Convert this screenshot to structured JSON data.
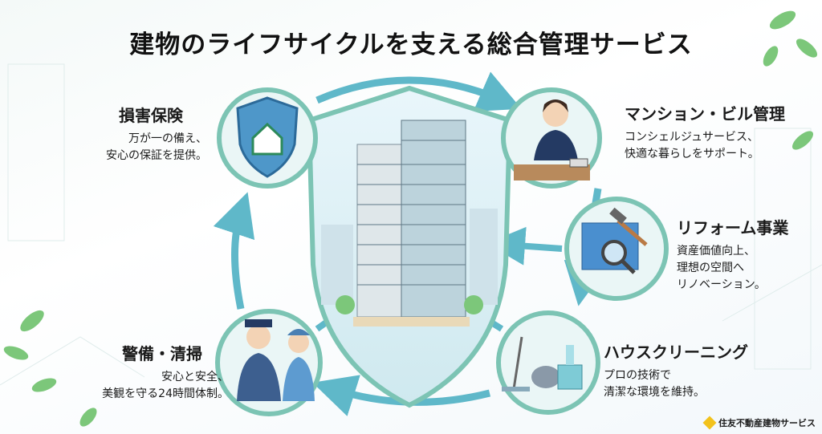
{
  "title": "建物のライフサイクルを支える総合管理サービス",
  "services": [
    {
      "name": "損害保険",
      "lines": [
        "万が一の備え、",
        "安心の保証を提供。"
      ],
      "icon": "shield-house-icon"
    },
    {
      "name": "マンション・ビル管理",
      "lines": [
        "コンシェルジュサービス、",
        "快適な暮らしをサポート。"
      ],
      "icon": "concierge-icon"
    },
    {
      "name": "リフォーム事業",
      "lines": [
        "資産価値向上、",
        "理想の空間へ",
        "リノベーション。"
      ],
      "icon": "blueprint-hammer-icon"
    },
    {
      "name": "ハウスクリーニング",
      "lines": [
        "プロの技術で",
        "清潔な環境を維持。"
      ],
      "icon": "cleaning-tools-icon"
    },
    {
      "name": "警備・清掃",
      "lines": [
        "安心と安全、",
        "美観を守る24時間体制。"
      ],
      "icon": "security-staff-icon"
    }
  ],
  "logo": {
    "text": "住友不動産建物サービス"
  },
  "colors": {
    "ring": "#7cc4b4",
    "arrow": "#5fb8c9",
    "leaf": "#6cbf6a",
    "accent": "#f2c21b"
  }
}
